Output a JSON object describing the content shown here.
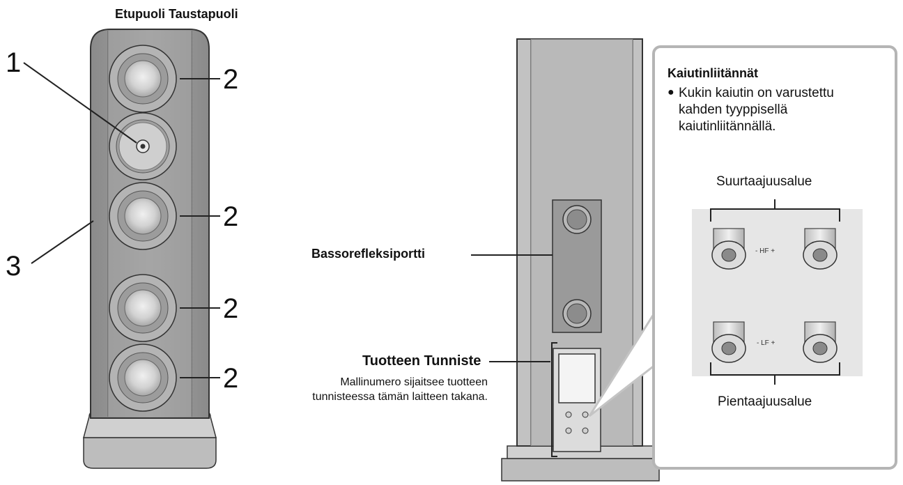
{
  "header": {
    "title": "Etupuoli Taustapuoli"
  },
  "callouts": {
    "num_1": "1",
    "num_2": "2",
    "num_3": "3"
  },
  "rear": {
    "bass_port": "Bassorefleksiportti",
    "product_id_title": "Tuotteen Tunniste",
    "product_id_desc": "Mallinumero sijaitsee tuotteen tunnisteessa tämän laitteen takana."
  },
  "panel": {
    "title": "Kaiutinliitännät",
    "bullet": "●",
    "text": "Kukin kaiutin on varustettu kahden tyyppisellä kaiutinliitännällä.",
    "high_label": "Suurtaajuusalue",
    "low_label": "Pientaajuusalue",
    "hf": "- HF +",
    "lf": "- LF +"
  },
  "colors": {
    "body": "#9a9a9a",
    "body_dark": "#7d7d7d",
    "driver": "#c9c9c9",
    "panel_border": "#b5b5b5",
    "terminal_bg": "#e6e6e6"
  }
}
